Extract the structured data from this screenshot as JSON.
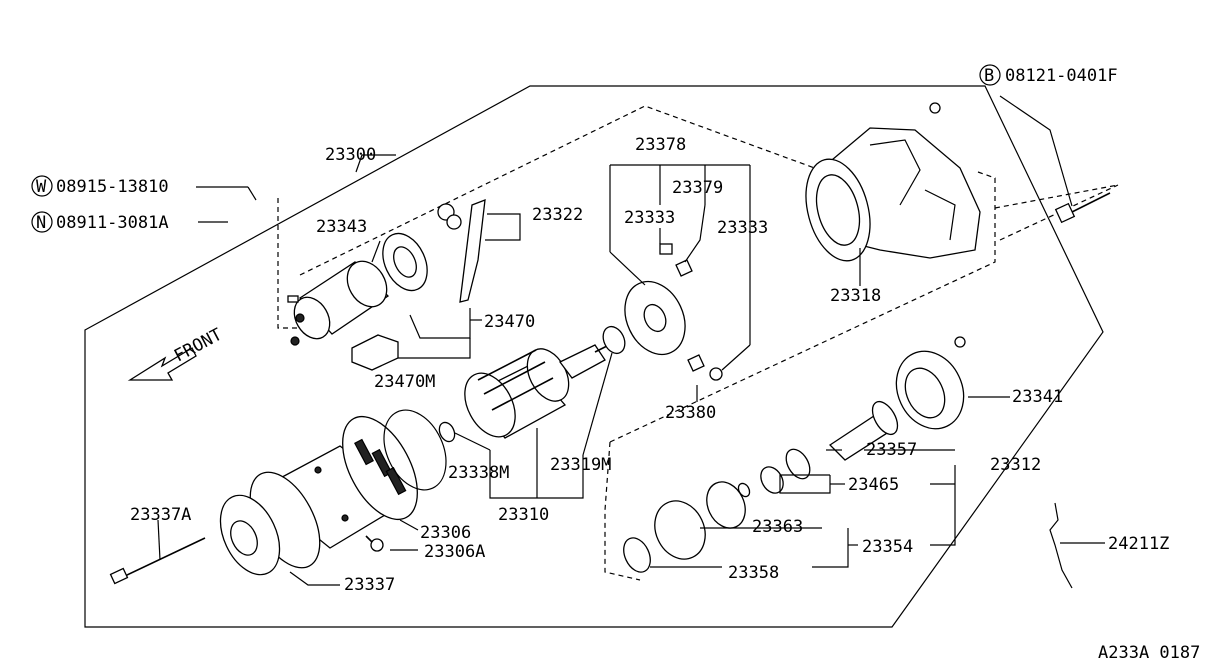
{
  "labels": {
    "p23300": "23300",
    "w_prefix": "W",
    "w_part": "08915-13810",
    "n_prefix": "N",
    "n_part": "08911-3081A",
    "p23343": "23343",
    "p23322": "23322",
    "p23470": "23470",
    "front": "FRONT",
    "p23470m": "23470M",
    "p23338m": "23338M",
    "p23319m": "23319M",
    "p23310": "23310",
    "p23306": "23306",
    "p23306a": "23306A",
    "p23337a": "23337A",
    "p23337": "23337",
    "p23378": "23378",
    "p23379": "23379",
    "p23333_left": "23333",
    "p23333_right": "23333",
    "p23380": "23380",
    "b_prefix": "B",
    "b_part": "08121-0401F",
    "p23318": "23318",
    "p23341": "23341",
    "p23357": "23357",
    "p23312": "23312",
    "p23465": "23465",
    "p23363": "23363",
    "p23354": "23354",
    "p23358": "23358",
    "p24211z": "24211Z",
    "figure_code": "A233A 0187"
  }
}
